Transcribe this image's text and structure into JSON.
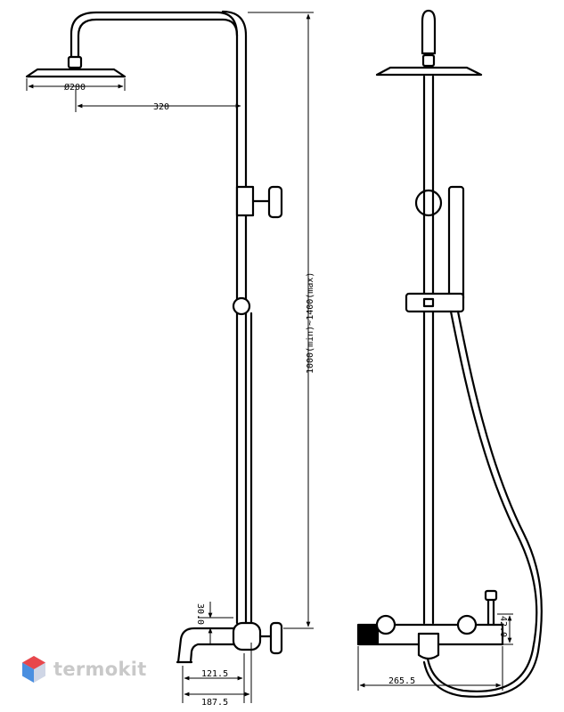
{
  "dimensions": {
    "head_diameter": "Ø200",
    "arm_reach": "320",
    "height_range": "1000(min)~1400(max)",
    "spout_height": "30.0",
    "spout_offset": "121.5",
    "total_depth": "187.5",
    "mixer_width": "265.5",
    "mixer_height": "42.0"
  },
  "watermark": {
    "brand": "termokit",
    "logo_colors": [
      "#e8474c",
      "#4a8fe0",
      "#cfd6e6"
    ]
  }
}
